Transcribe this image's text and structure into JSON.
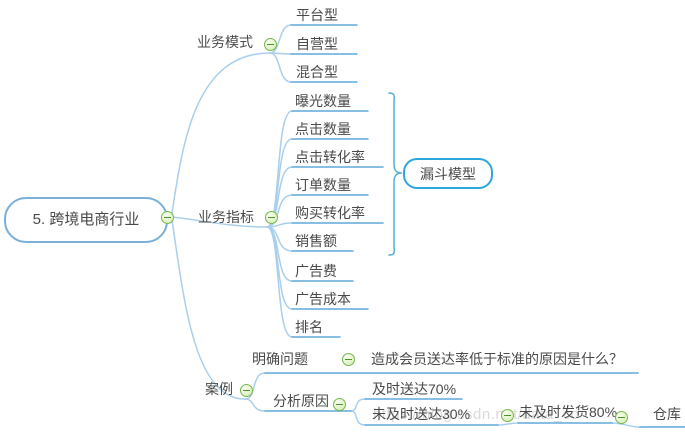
{
  "root": {
    "label": "5. 跨境电商行业"
  },
  "branches": {
    "model": {
      "label": "业务模式",
      "children": [
        {
          "label": "平台型"
        },
        {
          "label": "自营型"
        },
        {
          "label": "混合型"
        }
      ]
    },
    "metrics": {
      "label": "业务指标",
      "children": [
        {
          "label": "曝光数量"
        },
        {
          "label": "点击数量"
        },
        {
          "label": "点击转化率"
        },
        {
          "label": "订单数量"
        },
        {
          "label": "购买转化率"
        },
        {
          "label": "销售额"
        },
        {
          "label": "广告费"
        },
        {
          "label": "广告成本"
        },
        {
          "label": "排名"
        }
      ],
      "callout": {
        "label": "漏斗模型"
      }
    },
    "case": {
      "label": "案例",
      "clarify": {
        "label": "明确问题",
        "children": [
          {
            "label": "造成会员送达率低于标准的原因是什么？"
          }
        ]
      },
      "analyze": {
        "label": "分析原因",
        "children": [
          {
            "label": "及时送达70%"
          },
          {
            "label": "未及时送达30%",
            "children": [
              {
                "label": "未及时发货80%",
                "children": [
                  {
                    "label": "仓库"
                  }
                ]
              }
            ]
          }
        ]
      }
    }
  },
  "watermark": {
    "text": "https://blog.csdn.net/data_co"
  },
  "colors": {
    "branch_line": "#a9cfec",
    "topic_underline": "#5fa9db",
    "brace": "#54aedc",
    "callout_border": "#2ea7db",
    "root_border": "#79afd8",
    "collapse_icon_green": "#77b74f",
    "text": "#4a4a4a",
    "watermark": "#d9d9d9"
  }
}
